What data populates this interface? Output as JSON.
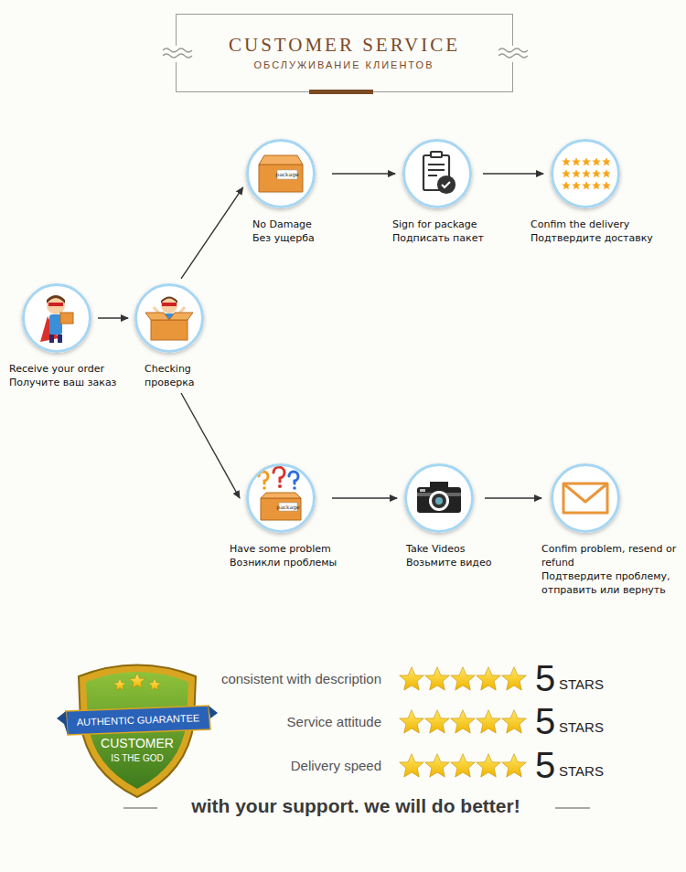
{
  "diagram": {
    "title": "CUSTOMER SERVICE",
    "nodes": [
      {
        "text": [
          "Receive your order",
          "Получите ваш заказ"
        ]
      },
      {
        "text": [
          "Checking",
          "проверка"
        ]
      },
      {
        "text": [
          "No Damage",
          "Без ущерба"
        ]
      },
      {
        "text": [
          "Sign for package",
          "Подписать пакет"
        ]
      },
      {
        "text": [
          "Confim the delivery",
          "Подтвердите доставку"
        ]
      },
      {
        "text": [
          "Have some problem",
          "Возникли проблемы"
        ]
      },
      {
        "text": [
          "Take Videos",
          "Возьмите видео"
        ]
      },
      {
        "text": [
          "Confim problem, resend or refund",
          "Подтвердите проблему, отправить или вернуть"
        ]
      }
    ],
    "edges": [
      {
        "from": 0,
        "to": 1,
        "arrow": "to"
      },
      {
        "from": 1,
        "to": 2,
        "arrow": "to"
      },
      {
        "from": 2,
        "to": 3,
        "arrow": "to"
      },
      {
        "from": 3,
        "to": 4,
        "arrow": "to"
      },
      {
        "from": 1,
        "to": 5,
        "arrow": "to"
      },
      {
        "from": 5,
        "to": 6,
        "arrow": "to"
      },
      {
        "from": 6,
        "to": 7,
        "arrow": "to"
      }
    ],
    "labels": [
      "ОБСЛУЖИВАНИЕ КЛИЕНТОВ",
      "package",
      "package",
      "AUTHENTIC GUARANTEE",
      "CUSTOMER",
      "IS THE GOD",
      "consistent with description",
      "5",
      "STARS",
      "Service attitude",
      "5",
      "STARS",
      "Delivery speed",
      "5",
      "STARS",
      "with your support. we will do better!"
    ]
  }
}
